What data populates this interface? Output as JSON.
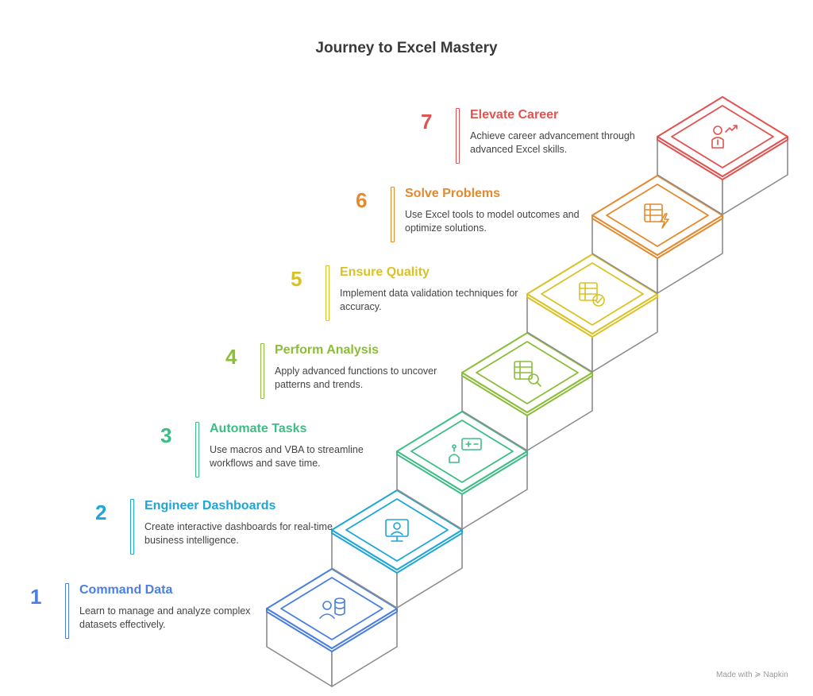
{
  "title": "Journey to Excel Mastery",
  "steps": [
    {
      "number": "1",
      "title": "Command Data",
      "description": "Learn to manage and analyze complex datasets effectively.",
      "color": "#4a7fe0",
      "icon": "database-user-icon"
    },
    {
      "number": "2",
      "title": "Engineer Dashboards",
      "description": "Create interactive dashboards for real-time business intelligence.",
      "color": "#1ea6d8",
      "icon": "monitor-user-icon"
    },
    {
      "number": "3",
      "title": "Automate Tasks",
      "description": "Use macros and VBA to streamline workflows and save time.",
      "color": "#3dbd86",
      "icon": "robot-automation-icon"
    },
    {
      "number": "4",
      "title": "Perform Analysis",
      "description": "Apply advanced functions to uncover patterns and trends.",
      "color": "#8cbd3a",
      "icon": "spreadsheet-search-icon"
    },
    {
      "number": "5",
      "title": "Ensure Quality",
      "description": "Implement data validation techniques for accuracy.",
      "color": "#d9c224",
      "icon": "spreadsheet-check-icon"
    },
    {
      "number": "6",
      "title": "Solve Problems",
      "description": "Use Excel tools to model outcomes and optimize solutions.",
      "color": "#e48a2e",
      "icon": "spreadsheet-lightning-icon"
    },
    {
      "number": "7",
      "title": "Elevate Career",
      "description": "Achieve career advancement through advanced Excel skills.",
      "color": "#e05350",
      "icon": "person-growth-icon"
    }
  ],
  "footer": "Made with ≽ Napkin"
}
